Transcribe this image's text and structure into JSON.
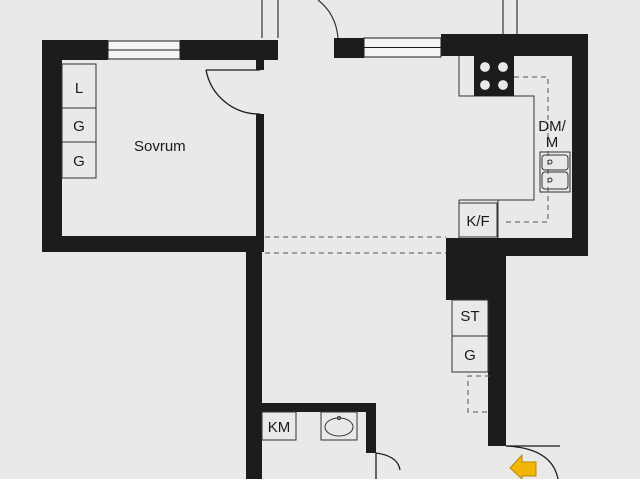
{
  "rooms": {
    "bedroom": "Sovrum"
  },
  "fixtures": {
    "linen": "L",
    "wardrobe_1": "G",
    "wardrobe_2": "G",
    "dishwasher_line1": "DM/",
    "dishwasher_line2": "M",
    "fridge_freezer": "K/F",
    "storage": "ST",
    "hall_wardrobe": "G",
    "washer": "KM"
  },
  "colors": {
    "wall": "#1c1c1c",
    "paper": "#e9e9e7",
    "entrance_arrow": "#f2b705"
  },
  "icons": [
    "stove-icon",
    "sink-icon",
    "washbasin-icon",
    "entrance-arrow-icon"
  ]
}
